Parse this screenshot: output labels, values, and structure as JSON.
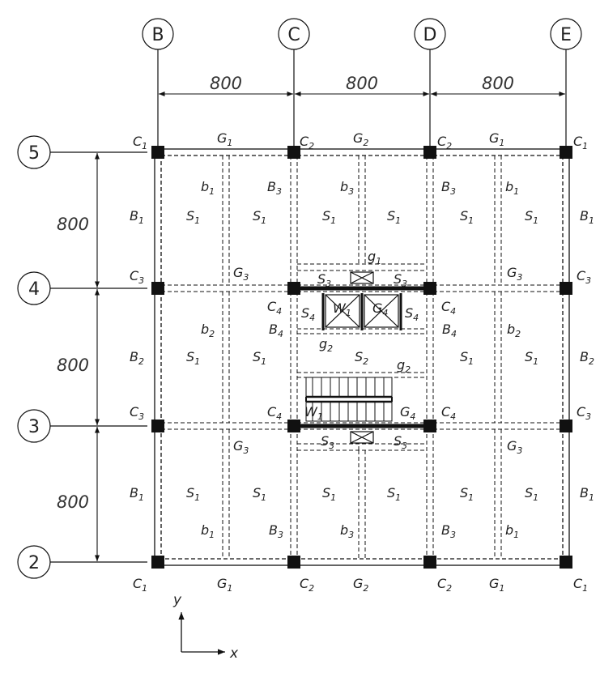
{
  "grid": {
    "columns": [
      "B",
      "C",
      "D",
      "E"
    ],
    "rows": [
      "5",
      "4",
      "3",
      "2"
    ],
    "spans_x": [
      "800",
      "800",
      "800"
    ],
    "spans_y": [
      "800",
      "800",
      "800"
    ]
  },
  "labels": [
    {
      "id": "C1-top-left",
      "t": "C",
      "s": "1"
    },
    {
      "id": "C2-top-c",
      "t": "C",
      "s": "2"
    },
    {
      "id": "C2-top-d",
      "t": "C",
      "s": "2"
    },
    {
      "id": "C1-top-right",
      "t": "C",
      "s": "1"
    },
    {
      "id": "G1-top-left",
      "t": "G",
      "s": "1"
    },
    {
      "id": "G2-top",
      "t": "G",
      "s": "2"
    },
    {
      "id": "G1-top-right",
      "t": "G",
      "s": "1"
    },
    {
      "id": "b1-r1-left",
      "t": "b",
      "s": "1"
    },
    {
      "id": "B3-r1-left",
      "t": "B",
      "s": "3"
    },
    {
      "id": "b3-r1",
      "t": "b",
      "s": "3"
    },
    {
      "id": "B3-r1-right",
      "t": "B",
      "s": "3"
    },
    {
      "id": "b1-r1-right",
      "t": "b",
      "s": "1"
    },
    {
      "id": "B1-r1-left",
      "t": "B",
      "s": "1"
    },
    {
      "id": "B1-r1-right",
      "t": "B",
      "s": "1"
    },
    {
      "id": "S1-r1-1",
      "t": "S",
      "s": "1"
    },
    {
      "id": "S1-r1-2",
      "t": "S",
      "s": "1"
    },
    {
      "id": "S1-r1-3",
      "t": "S",
      "s": "1"
    },
    {
      "id": "S1-r1-4",
      "t": "S",
      "s": "1"
    },
    {
      "id": "S1-r1-5",
      "t": "S",
      "s": "1"
    },
    {
      "id": "S1-r1-6",
      "t": "S",
      "s": "1"
    },
    {
      "id": "g1-top",
      "t": "g",
      "s": "1"
    },
    {
      "id": "C3-row4-left",
      "t": "C",
      "s": "3"
    },
    {
      "id": "G3-row4-left",
      "t": "G",
      "s": "3"
    },
    {
      "id": "S3-row4-left",
      "t": "S",
      "s": "3"
    },
    {
      "id": "S3-row4-right",
      "t": "S",
      "s": "3"
    },
    {
      "id": "G3-row4-right",
      "t": "G",
      "s": "3"
    },
    {
      "id": "C3-row4-right",
      "t": "C",
      "s": "3"
    },
    {
      "id": "C4-row4-left",
      "t": "C",
      "s": "4"
    },
    {
      "id": "S4-left",
      "t": "S",
      "s": "4"
    },
    {
      "id": "W1-upper",
      "t": "W",
      "s": "1"
    },
    {
      "id": "G4-upper",
      "t": "G",
      "s": "4"
    },
    {
      "id": "S4-right",
      "t": "S",
      "s": "4"
    },
    {
      "id": "C4-row4-right",
      "t": "C",
      "s": "4"
    },
    {
      "id": "b2-left",
      "t": "b",
      "s": "2"
    },
    {
      "id": "B4-left",
      "t": "B",
      "s": "4"
    },
    {
      "id": "B4-right",
      "t": "B",
      "s": "4"
    },
    {
      "id": "b2-right",
      "t": "b",
      "s": "2"
    },
    {
      "id": "g2-left",
      "t": "g",
      "s": "2"
    },
    {
      "id": "g2-right",
      "t": "g",
      "s": "2"
    },
    {
      "id": "B2-left",
      "t": "B",
      "s": "2"
    },
    {
      "id": "B2-right",
      "t": "B",
      "s": "2"
    },
    {
      "id": "S1-r2-1",
      "t": "S",
      "s": "1"
    },
    {
      "id": "S1-r2-2",
      "t": "S",
      "s": "1"
    },
    {
      "id": "S2-center",
      "t": "S",
      "s": "2"
    },
    {
      "id": "S1-r2-5",
      "t": "S",
      "s": "1"
    },
    {
      "id": "S1-r2-6",
      "t": "S",
      "s": "1"
    },
    {
      "id": "C3-row3-left",
      "t": "C",
      "s": "3"
    },
    {
      "id": "C4-row3-left",
      "t": "C",
      "s": "4"
    },
    {
      "id": "W1-lower",
      "t": "W",
      "s": "1"
    },
    {
      "id": "G4-lower",
      "t": "G",
      "s": "4"
    },
    {
      "id": "C4-row3-right",
      "t": "C",
      "s": "4"
    },
    {
      "id": "C3-row3-right",
      "t": "C",
      "s": "3"
    },
    {
      "id": "G3-row3-left",
      "t": "G",
      "s": "3"
    },
    {
      "id": "S3-row3-left",
      "t": "S",
      "s": "3"
    },
    {
      "id": "S3-row3-right",
      "t": "S",
      "s": "3"
    },
    {
      "id": "G3-row3-right",
      "t": "G",
      "s": "3"
    },
    {
      "id": "B1-r3-left",
      "t": "B",
      "s": "1"
    },
    {
      "id": "B1-r3-right",
      "t": "B",
      "s": "1"
    },
    {
      "id": "S1-r3-1",
      "t": "S",
      "s": "1"
    },
    {
      "id": "S1-r3-2",
      "t": "S",
      "s": "1"
    },
    {
      "id": "S1-r3-3",
      "t": "S",
      "s": "1"
    },
    {
      "id": "S1-r3-4",
      "t": "S",
      "s": "1"
    },
    {
      "id": "S1-r3-5",
      "t": "S",
      "s": "1"
    },
    {
      "id": "S1-r3-6",
      "t": "S",
      "s": "1"
    },
    {
      "id": "b1-r3-left",
      "t": "b",
      "s": "1"
    },
    {
      "id": "B3-r3-left",
      "t": "B",
      "s": "3"
    },
    {
      "id": "b3-r3",
      "t": "b",
      "s": "3"
    },
    {
      "id": "B3-r3-right",
      "t": "B",
      "s": "3"
    },
    {
      "id": "b1-r3-right",
      "t": "b",
      "s": "1"
    },
    {
      "id": "C1-bot-left",
      "t": "C",
      "s": "1"
    },
    {
      "id": "G1-bot-left",
      "t": "G",
      "s": "1"
    },
    {
      "id": "C2-bot-c",
      "t": "C",
      "s": "2"
    },
    {
      "id": "G2-bot",
      "t": "G",
      "s": "2"
    },
    {
      "id": "C2-bot-d",
      "t": "C",
      "s": "2"
    },
    {
      "id": "G1-bot-right",
      "t": "G",
      "s": "1"
    },
    {
      "id": "C1-bot-right",
      "t": "C",
      "s": "1"
    }
  ],
  "axes": {
    "x": "x",
    "y": "y"
  }
}
